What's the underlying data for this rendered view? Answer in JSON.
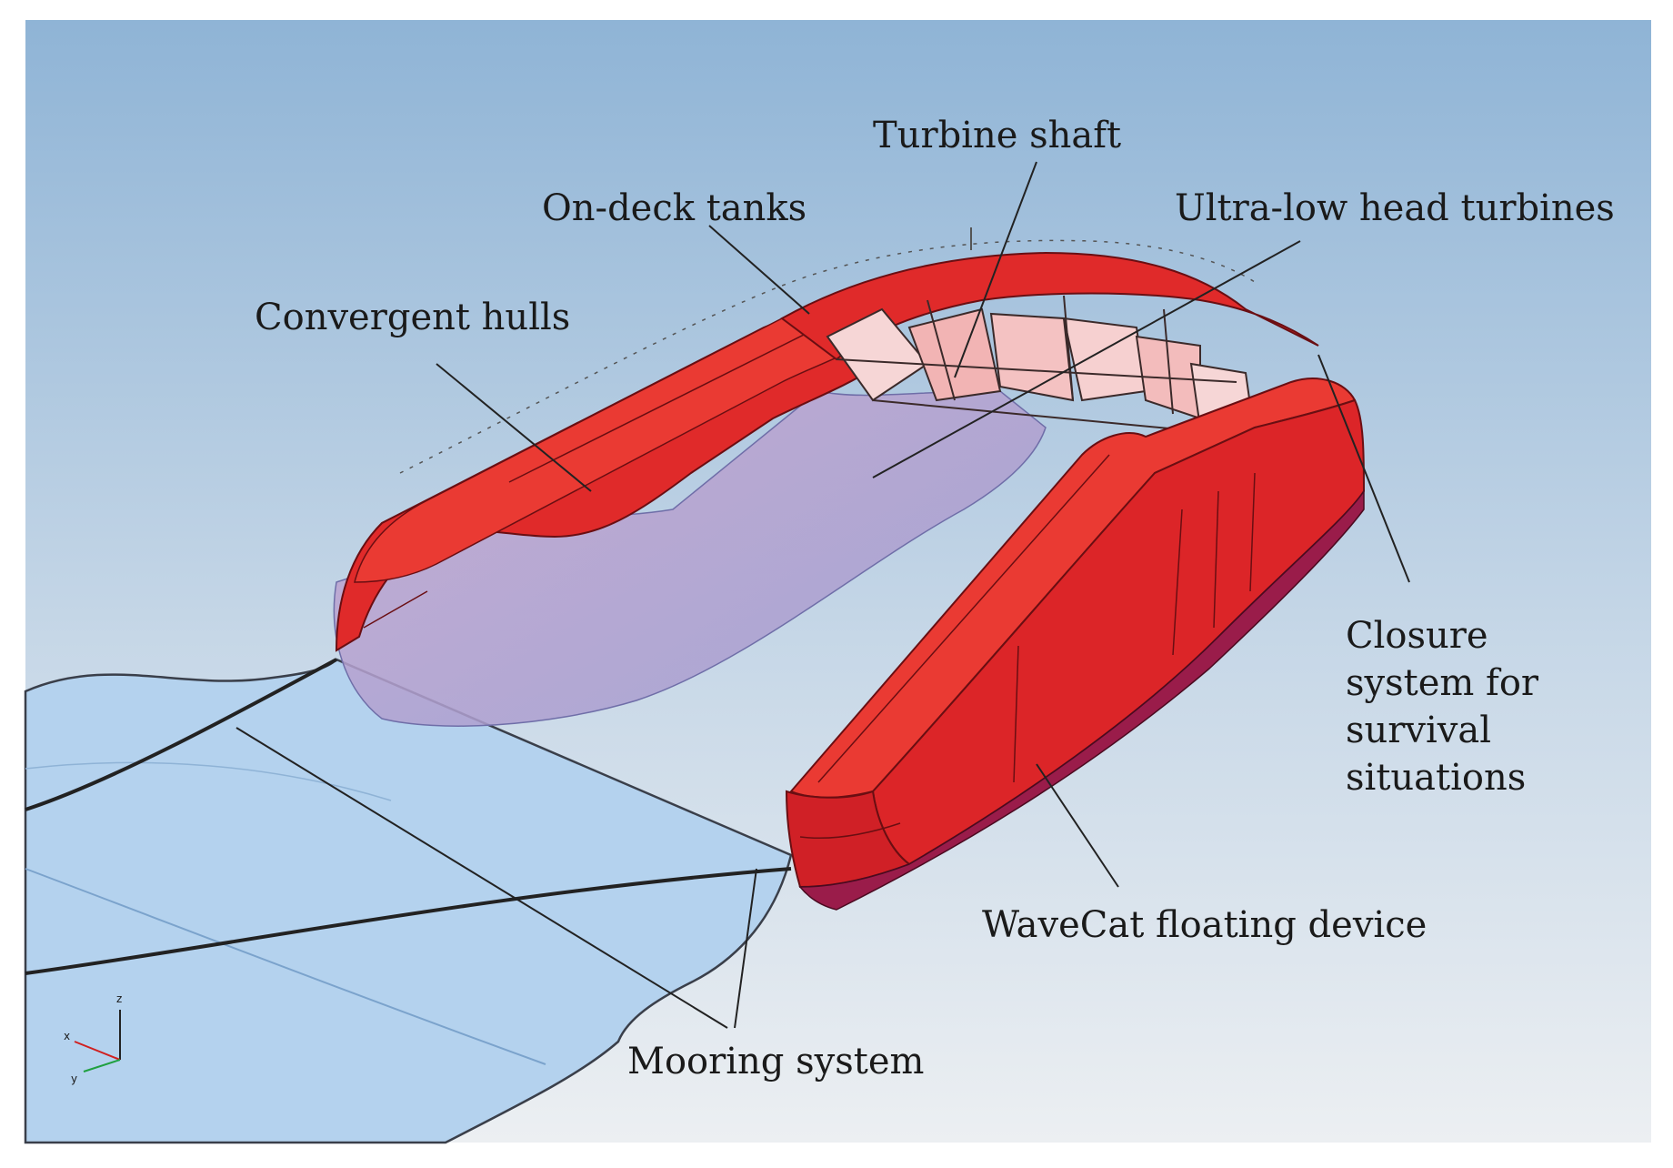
{
  "labels": {
    "turbine_shaft": "Turbine shaft",
    "on_deck_tanks": "On-deck tanks",
    "ultra_low_head_turbines": "Ultra-low head turbines",
    "convergent_hulls": "Convergent hulls",
    "closure_line1": "Closure",
    "closure_line2": "system for",
    "closure_line3": "survival",
    "closure_line4": "situations",
    "wavecat_floating_device": "WaveCat floating device",
    "mooring_system": "Mooring system"
  },
  "axis_triad": {
    "z": "z",
    "x": "x",
    "y": "y"
  },
  "colors": {
    "sky_top": "#8fb4d6",
    "sky_bottom": "#dfe8f0",
    "water": "#b4d2ee",
    "hull_red": "#e02a2a",
    "hull_dark": "#c41d22",
    "hull_bottom": "#9a1c4a",
    "submerged": "#a79fd0",
    "tank_pink": "#f4b6b6",
    "line": "#222222"
  }
}
